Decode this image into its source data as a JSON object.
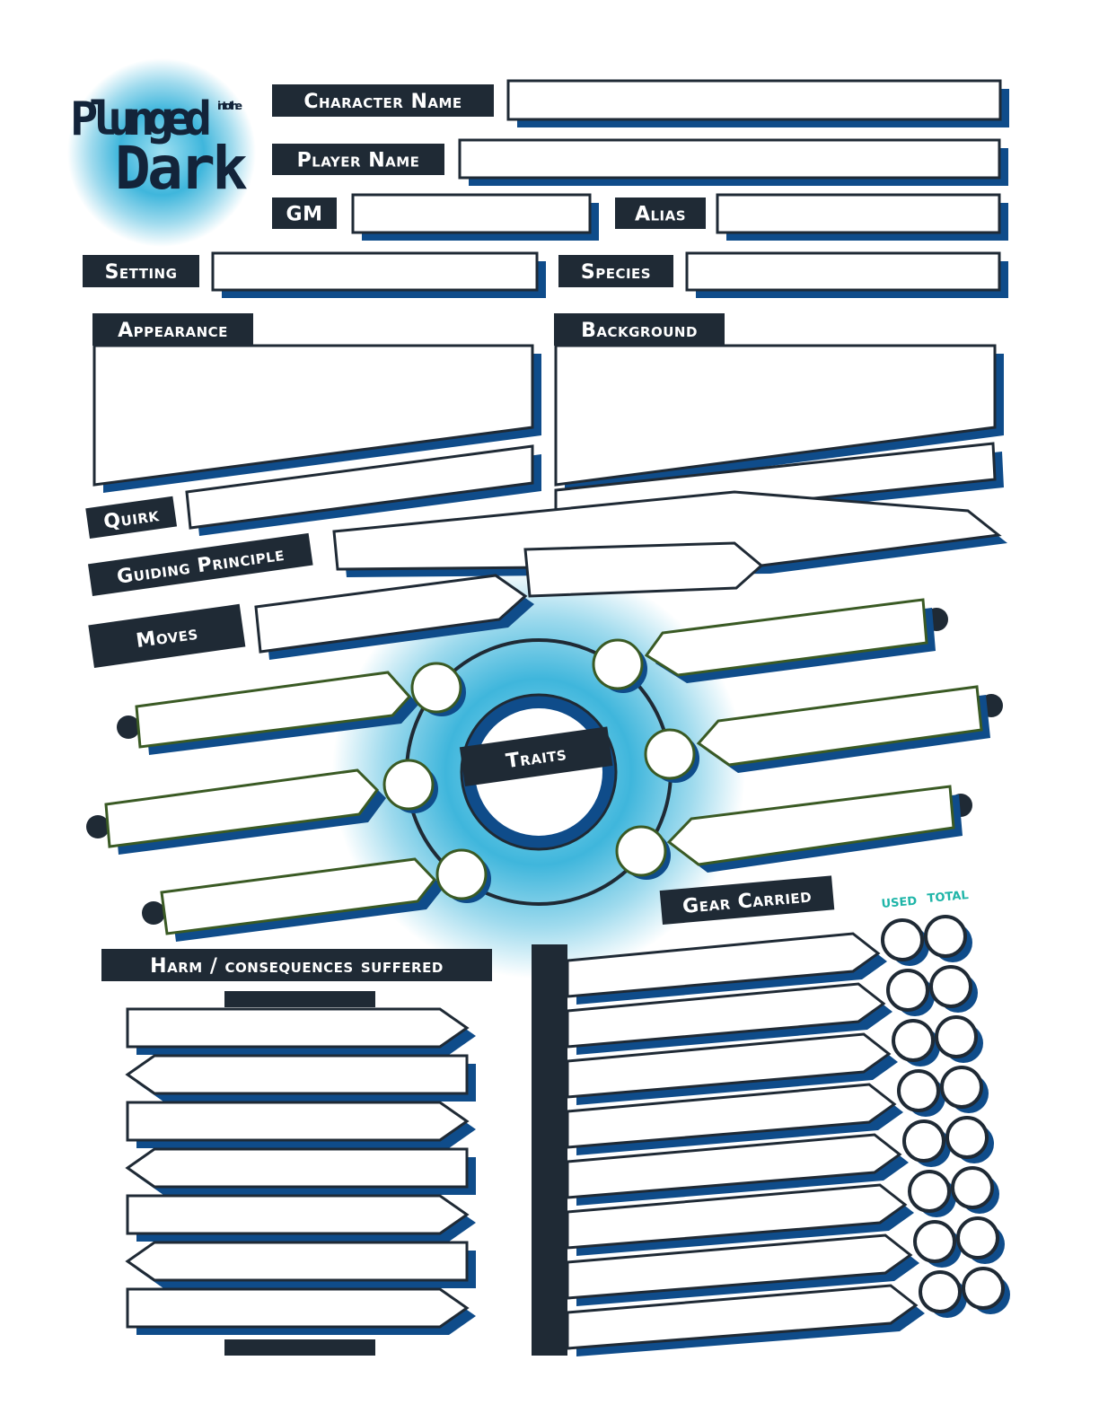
{
  "logo": {
    "line1": "Plunged",
    "line2": "into the",
    "line3": "Dark"
  },
  "labels": {
    "character_name": "Character Name",
    "player_name": "Player Name",
    "gm": "GM",
    "alias": "Alias",
    "setting": "Setting",
    "species": "Species",
    "appearance": "Appearance",
    "background": "Background",
    "quirk": "Quirk",
    "guiding_principle": "Guiding Principle",
    "moves": "Moves",
    "traits": "Traits",
    "gear_carried": "Gear Carried",
    "used": "USED",
    "total": "TOTAL",
    "harm": "Harm / consequences suffered"
  },
  "fields": {
    "character_name": "",
    "player_name": "",
    "gm": "",
    "alias": "",
    "setting": "",
    "species": "",
    "appearance": "",
    "background": "",
    "quirk": "",
    "guiding_principle": "",
    "moves": ""
  },
  "traits": [
    "",
    "",
    "",
    "",
    "",
    ""
  ],
  "gear": [
    "",
    "",
    "",
    "",
    "",
    "",
    "",
    ""
  ],
  "harm": [
    "",
    "",
    "",
    "",
    "",
    "",
    ""
  ],
  "colors": {
    "dark": "#1f2a35",
    "shadow": "#0f4c8a",
    "glow": "#3fb6dc",
    "accent": "#1fb5a8",
    "trait_border": "#3a5a24"
  }
}
